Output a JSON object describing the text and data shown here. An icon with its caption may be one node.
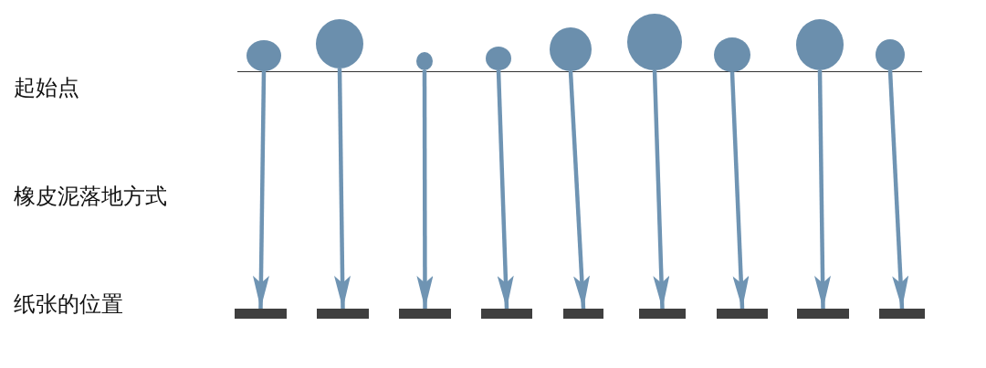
{
  "diagram": {
    "nodes": [
      {
        "text": [],
        "shape": "circle"
      },
      {
        "text": [],
        "shape": "circle"
      },
      {
        "text": [],
        "shape": "circle"
      },
      {
        "text": [],
        "shape": "circle"
      },
      {
        "text": [],
        "shape": "circle"
      },
      {
        "text": [],
        "shape": "circle"
      },
      {
        "text": [],
        "shape": "circle"
      },
      {
        "text": [],
        "shape": "circle"
      },
      {
        "text": [],
        "shape": "circle"
      },
      {
        "text": [],
        "shape": "bar"
      },
      {
        "text": [],
        "shape": "bar"
      },
      {
        "text": [],
        "shape": "bar"
      },
      {
        "text": [],
        "shape": "bar"
      },
      {
        "text": [],
        "shape": "bar"
      },
      {
        "text": [],
        "shape": "bar"
      },
      {
        "text": [],
        "shape": "bar"
      },
      {
        "text": [],
        "shape": "bar"
      },
      {
        "text": [],
        "shape": "bar"
      }
    ],
    "edges": [
      {
        "from": 0,
        "to": 9,
        "arrow": "to"
      },
      {
        "from": 1,
        "to": 10,
        "arrow": "to"
      },
      {
        "from": 2,
        "to": 11,
        "arrow": "to"
      },
      {
        "from": 3,
        "to": 12,
        "arrow": "to"
      },
      {
        "from": 4,
        "to": 13,
        "arrow": "to"
      },
      {
        "from": 5,
        "to": 14,
        "arrow": "to"
      },
      {
        "from": 6,
        "to": 15,
        "arrow": "to"
      },
      {
        "from": 7,
        "to": 16,
        "arrow": "to"
      },
      {
        "from": 8,
        "to": 17,
        "arrow": "to"
      }
    ],
    "labels": [
      "起始点",
      "橡皮泥落地方式",
      "纸张的位置"
    ]
  }
}
